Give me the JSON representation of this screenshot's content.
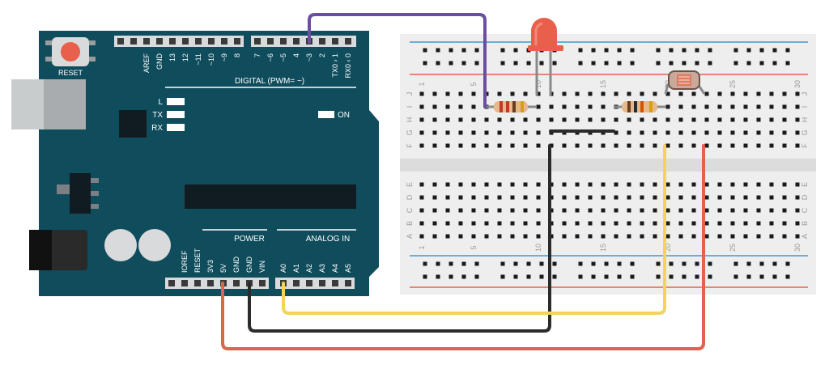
{
  "arduino": {
    "reset_label": "RESET",
    "digital_pins": [
      "AREF",
      "GND",
      "13",
      "12",
      "~11",
      "~10",
      "~9",
      "8",
      "7",
      "~6",
      "~5",
      "4",
      "~3",
      "2",
      "TX0 › 1",
      "RX0 ‹ 0"
    ],
    "digital_label": "DIGITAL (PWM= ~)",
    "led_labels": [
      "L",
      "TX",
      "RX"
    ],
    "on_label": "ON",
    "power_label": "POWER",
    "analog_label": "ANALOG IN",
    "power_pins": [
      "IOREF",
      "RESET",
      "3V3",
      "5V",
      "GND",
      "GND",
      "VIN"
    ],
    "analog_pins": [
      "A0",
      "A1",
      "A2",
      "A3",
      "A4",
      "A5"
    ]
  },
  "breadboard": {
    "column_numbers": [
      "1",
      "5",
      "10",
      "15",
      "20",
      "25",
      "30"
    ],
    "top_rows": [
      "J",
      "I",
      "H",
      "G",
      "F"
    ],
    "bottom_rows": [
      "E",
      "D",
      "C",
      "B",
      "A"
    ]
  },
  "wires": {
    "signal_color": "#6a4fa0",
    "power_color": "#e0634c",
    "ground_color": "#2b2b2b",
    "analog_color": "#f2d458"
  },
  "board_color": "#0f4c5c",
  "led_color": "#e8604c"
}
